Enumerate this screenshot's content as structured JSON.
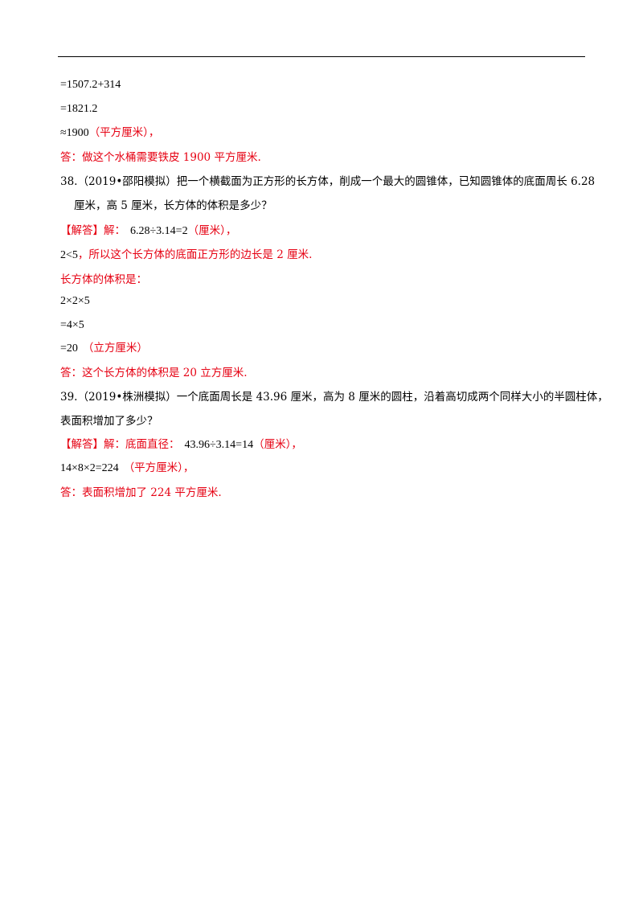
{
  "lines": {
    "l1": "=1507.2+314",
    "l2": "=1821.2",
    "l3_math": "≈1900",
    "l3_unit": "（平方厘米），",
    "l4": "答：做这个水桶需要铁皮 1900 平方厘米.",
    "q38_line1": "38.（2019•邵阳模拟）把一个横截面为正方形的长方体，削成一个最大的圆锥体，已知圆锥体的底面周长 6.28",
    "q38_line2": "厘米，高 5 厘米，长方体的体积是多少？",
    "a38_l1_label": "【解答】解：",
    "a38_l1_math": "6.28÷3.14=2",
    "a38_l1_unit": "（厘米），",
    "a38_l2_math": "2<5",
    "a38_l2_text": "，所以这个长方体的底面正方形的边长是 2 厘米.",
    "a38_l3": "长方体的体积是：",
    "a38_l4": "2×2×5",
    "a38_l5": "=4×5",
    "a38_l6_math": "=20",
    "a38_l6_unit": "（立方厘米）",
    "a38_l7": "答：这个长方体的体积是 20 立方厘米.",
    "q39_line1": "39.（2019•株洲模拟）一个底面周长是 43.96 厘米，高为 8 厘米的圆柱，沿着高切成两个同样大小的半圆柱体，",
    "q39_line2": "表面积增加了多少？",
    "a39_l1_label": "【解答】解：底面直径：",
    "a39_l1_math": "43.96÷3.14=14",
    "a39_l1_unit": "（厘米），",
    "a39_l2_math": "14×8×2=224",
    "a39_l2_unit": "（平方厘米），",
    "a39_l3": "答：表面积增加了 224 平方厘米."
  }
}
